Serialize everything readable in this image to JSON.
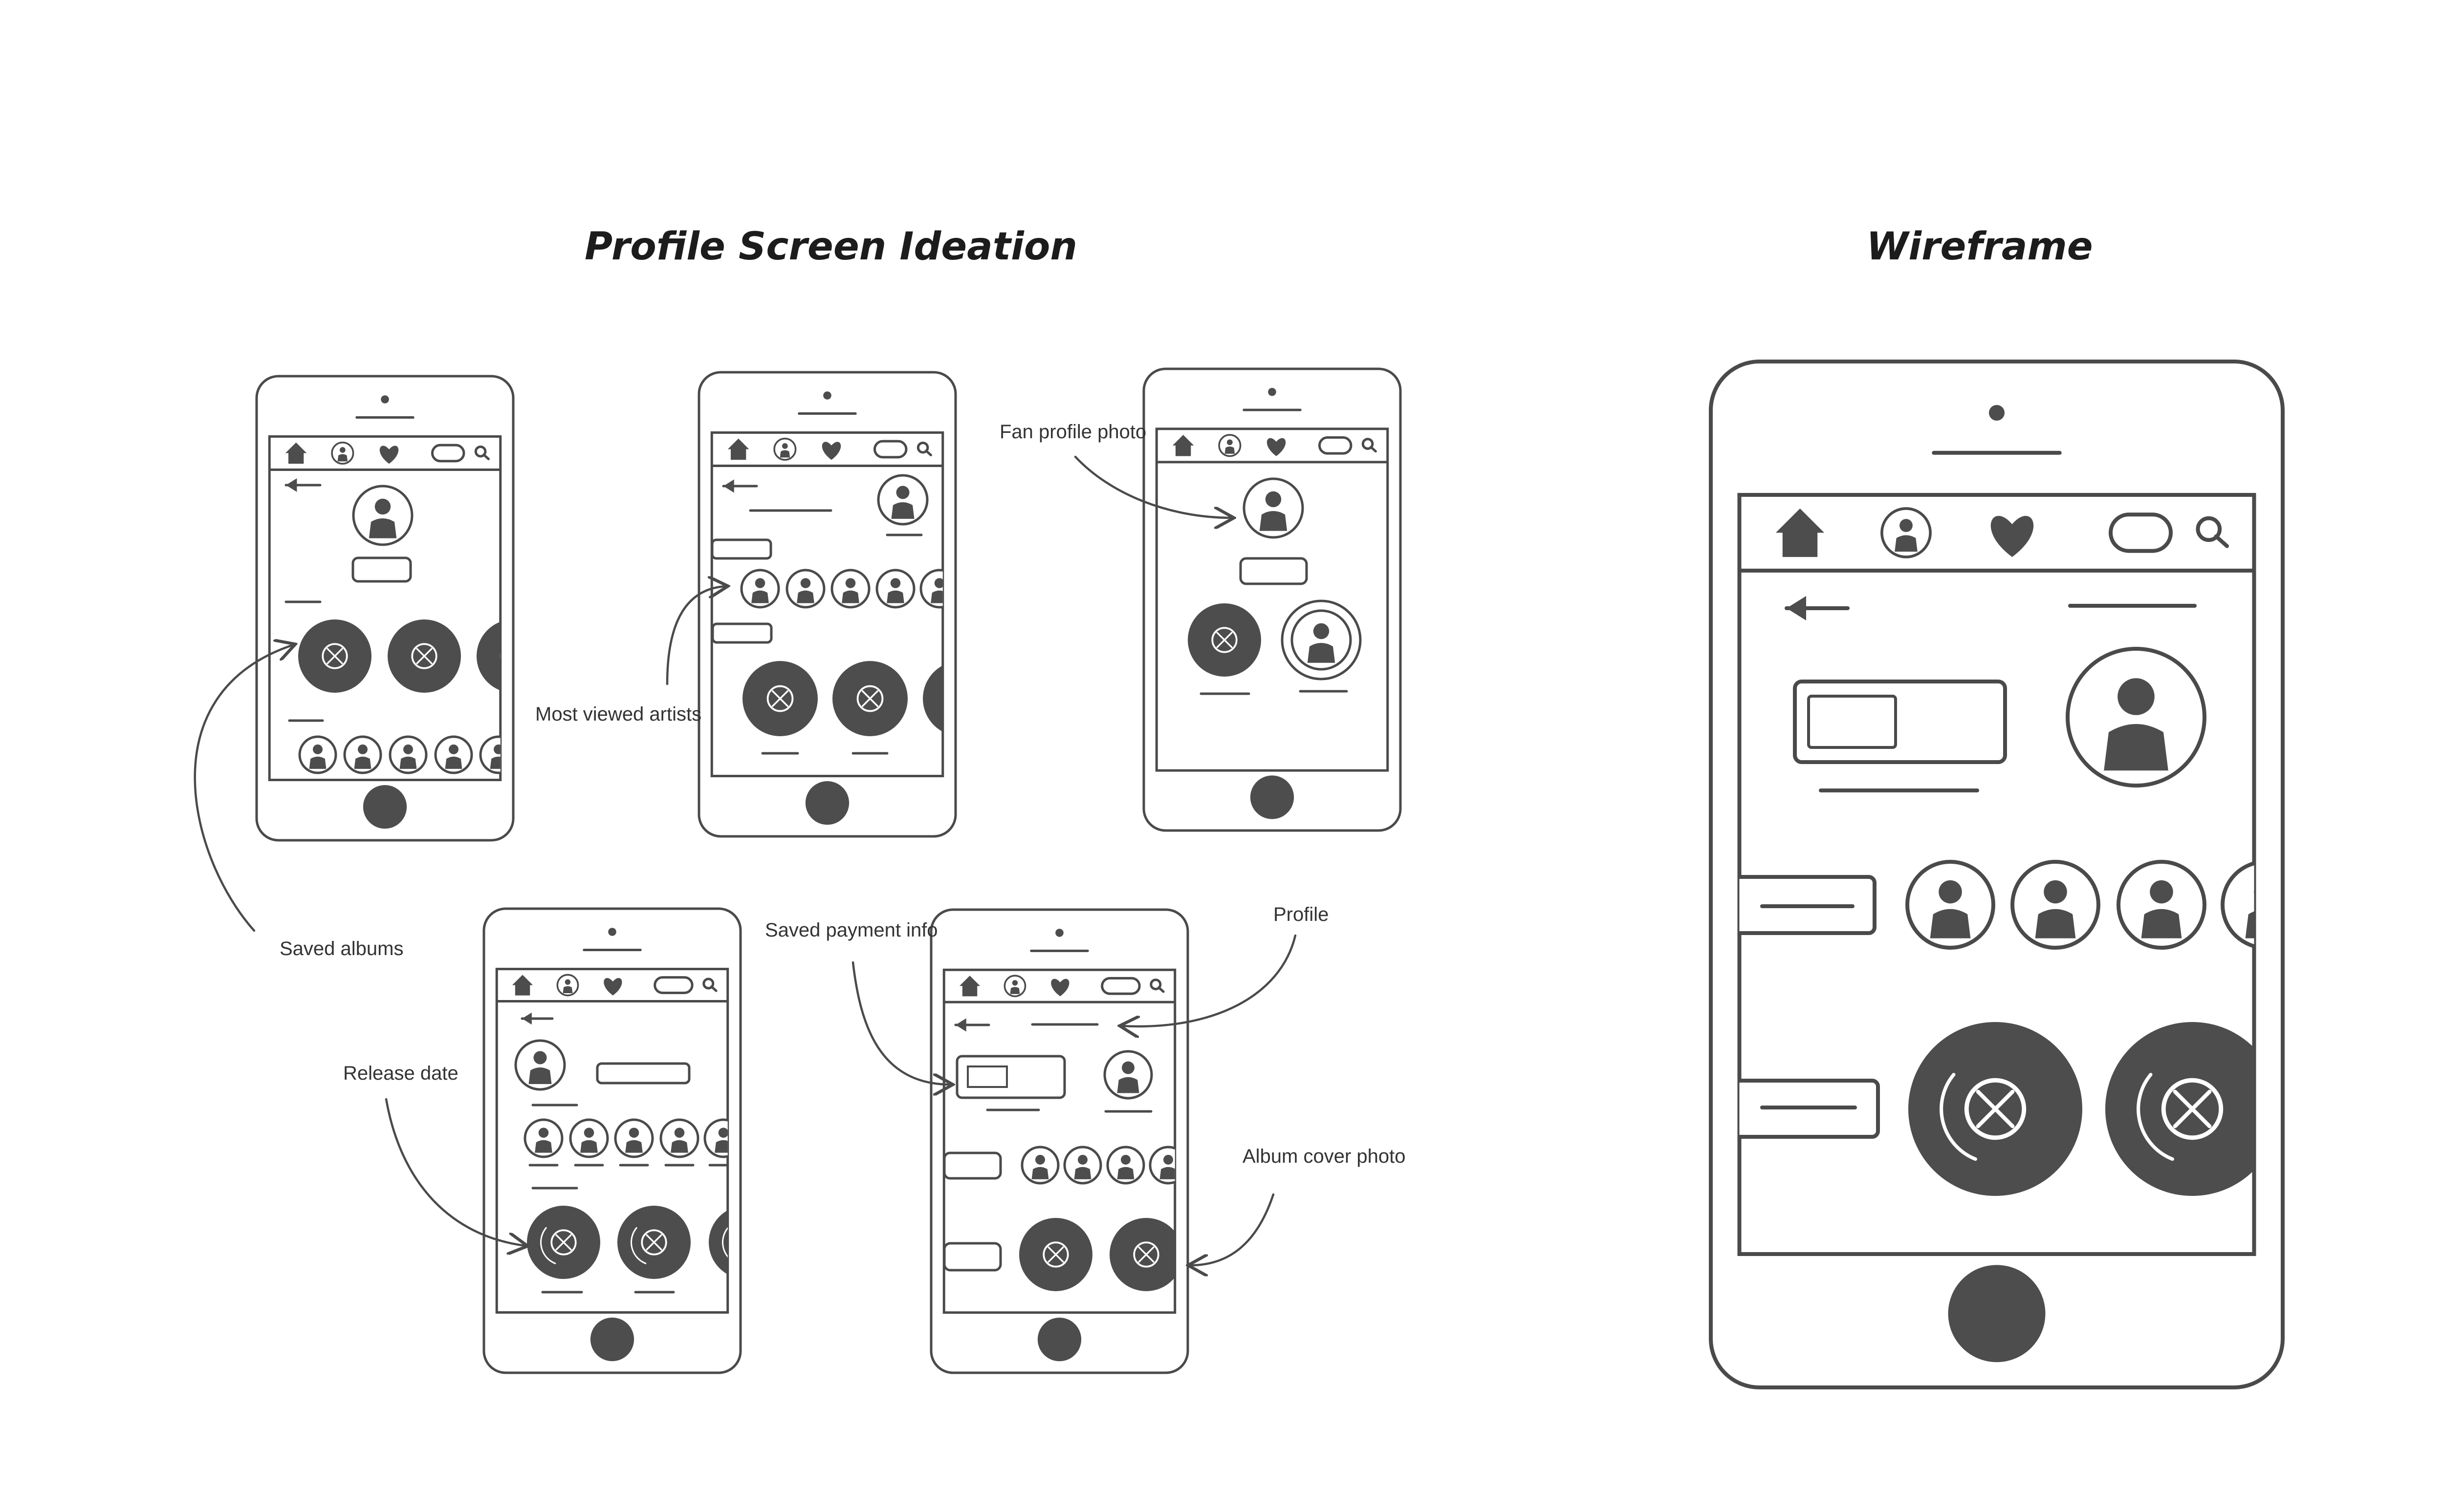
{
  "headings": {
    "ideation": "Profile Screen Ideation",
    "wireframe": "Wireframe"
  },
  "annotations": {
    "saved_albums": "Saved albums",
    "most_viewed_artists": "Most viewed artists",
    "fan_profile_photo": "Fan profile photo",
    "release_date": "Release date",
    "saved_payment_info": "Saved payment info",
    "profile": "Profile",
    "album_cover_photo": "Album cover photo"
  },
  "colors": {
    "ink": "#4a4a4a",
    "fill": "#4d4d4d",
    "background": "#ffffff"
  },
  "icons": [
    "home-icon",
    "profile-icon",
    "heart-icon",
    "search-icon",
    "back-arrow-icon",
    "avatar-icon",
    "album-disc-icon"
  ]
}
